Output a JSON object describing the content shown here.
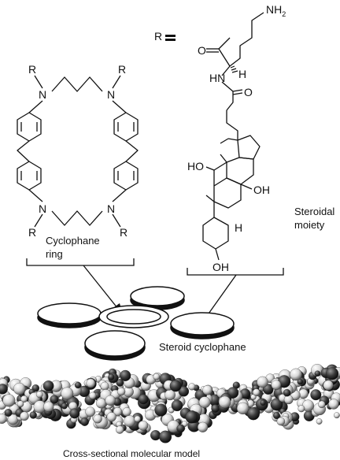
{
  "labels": {
    "r_def": "R",
    "amine": "NH",
    "amine_sub": "2",
    "carbonyl_o": "O",
    "alpha_h": "H",
    "amide_nh": "HN",
    "amide_o": "O",
    "ho12": "HO",
    "oh7": "OH",
    "h5": "H",
    "oh3": "OH",
    "r_top_left": "R",
    "r_top_right": "R",
    "r_bottom_left": "R",
    "r_bottom_right": "R",
    "n": "N",
    "cyclophane_ring_line1": "Cyclophane",
    "cyclophane_ring_line2": "ring",
    "steroidal_line1": "Steroidal",
    "steroidal_line2": "moiety",
    "steroid_cyclophane": "Steroid cyclophane",
    "molecular_model": "Cross-sectional molecular model"
  },
  "colors": {
    "ink": "#111111",
    "atom_dark": "#3a3a3a",
    "atom_light": "#d8d8d8"
  }
}
